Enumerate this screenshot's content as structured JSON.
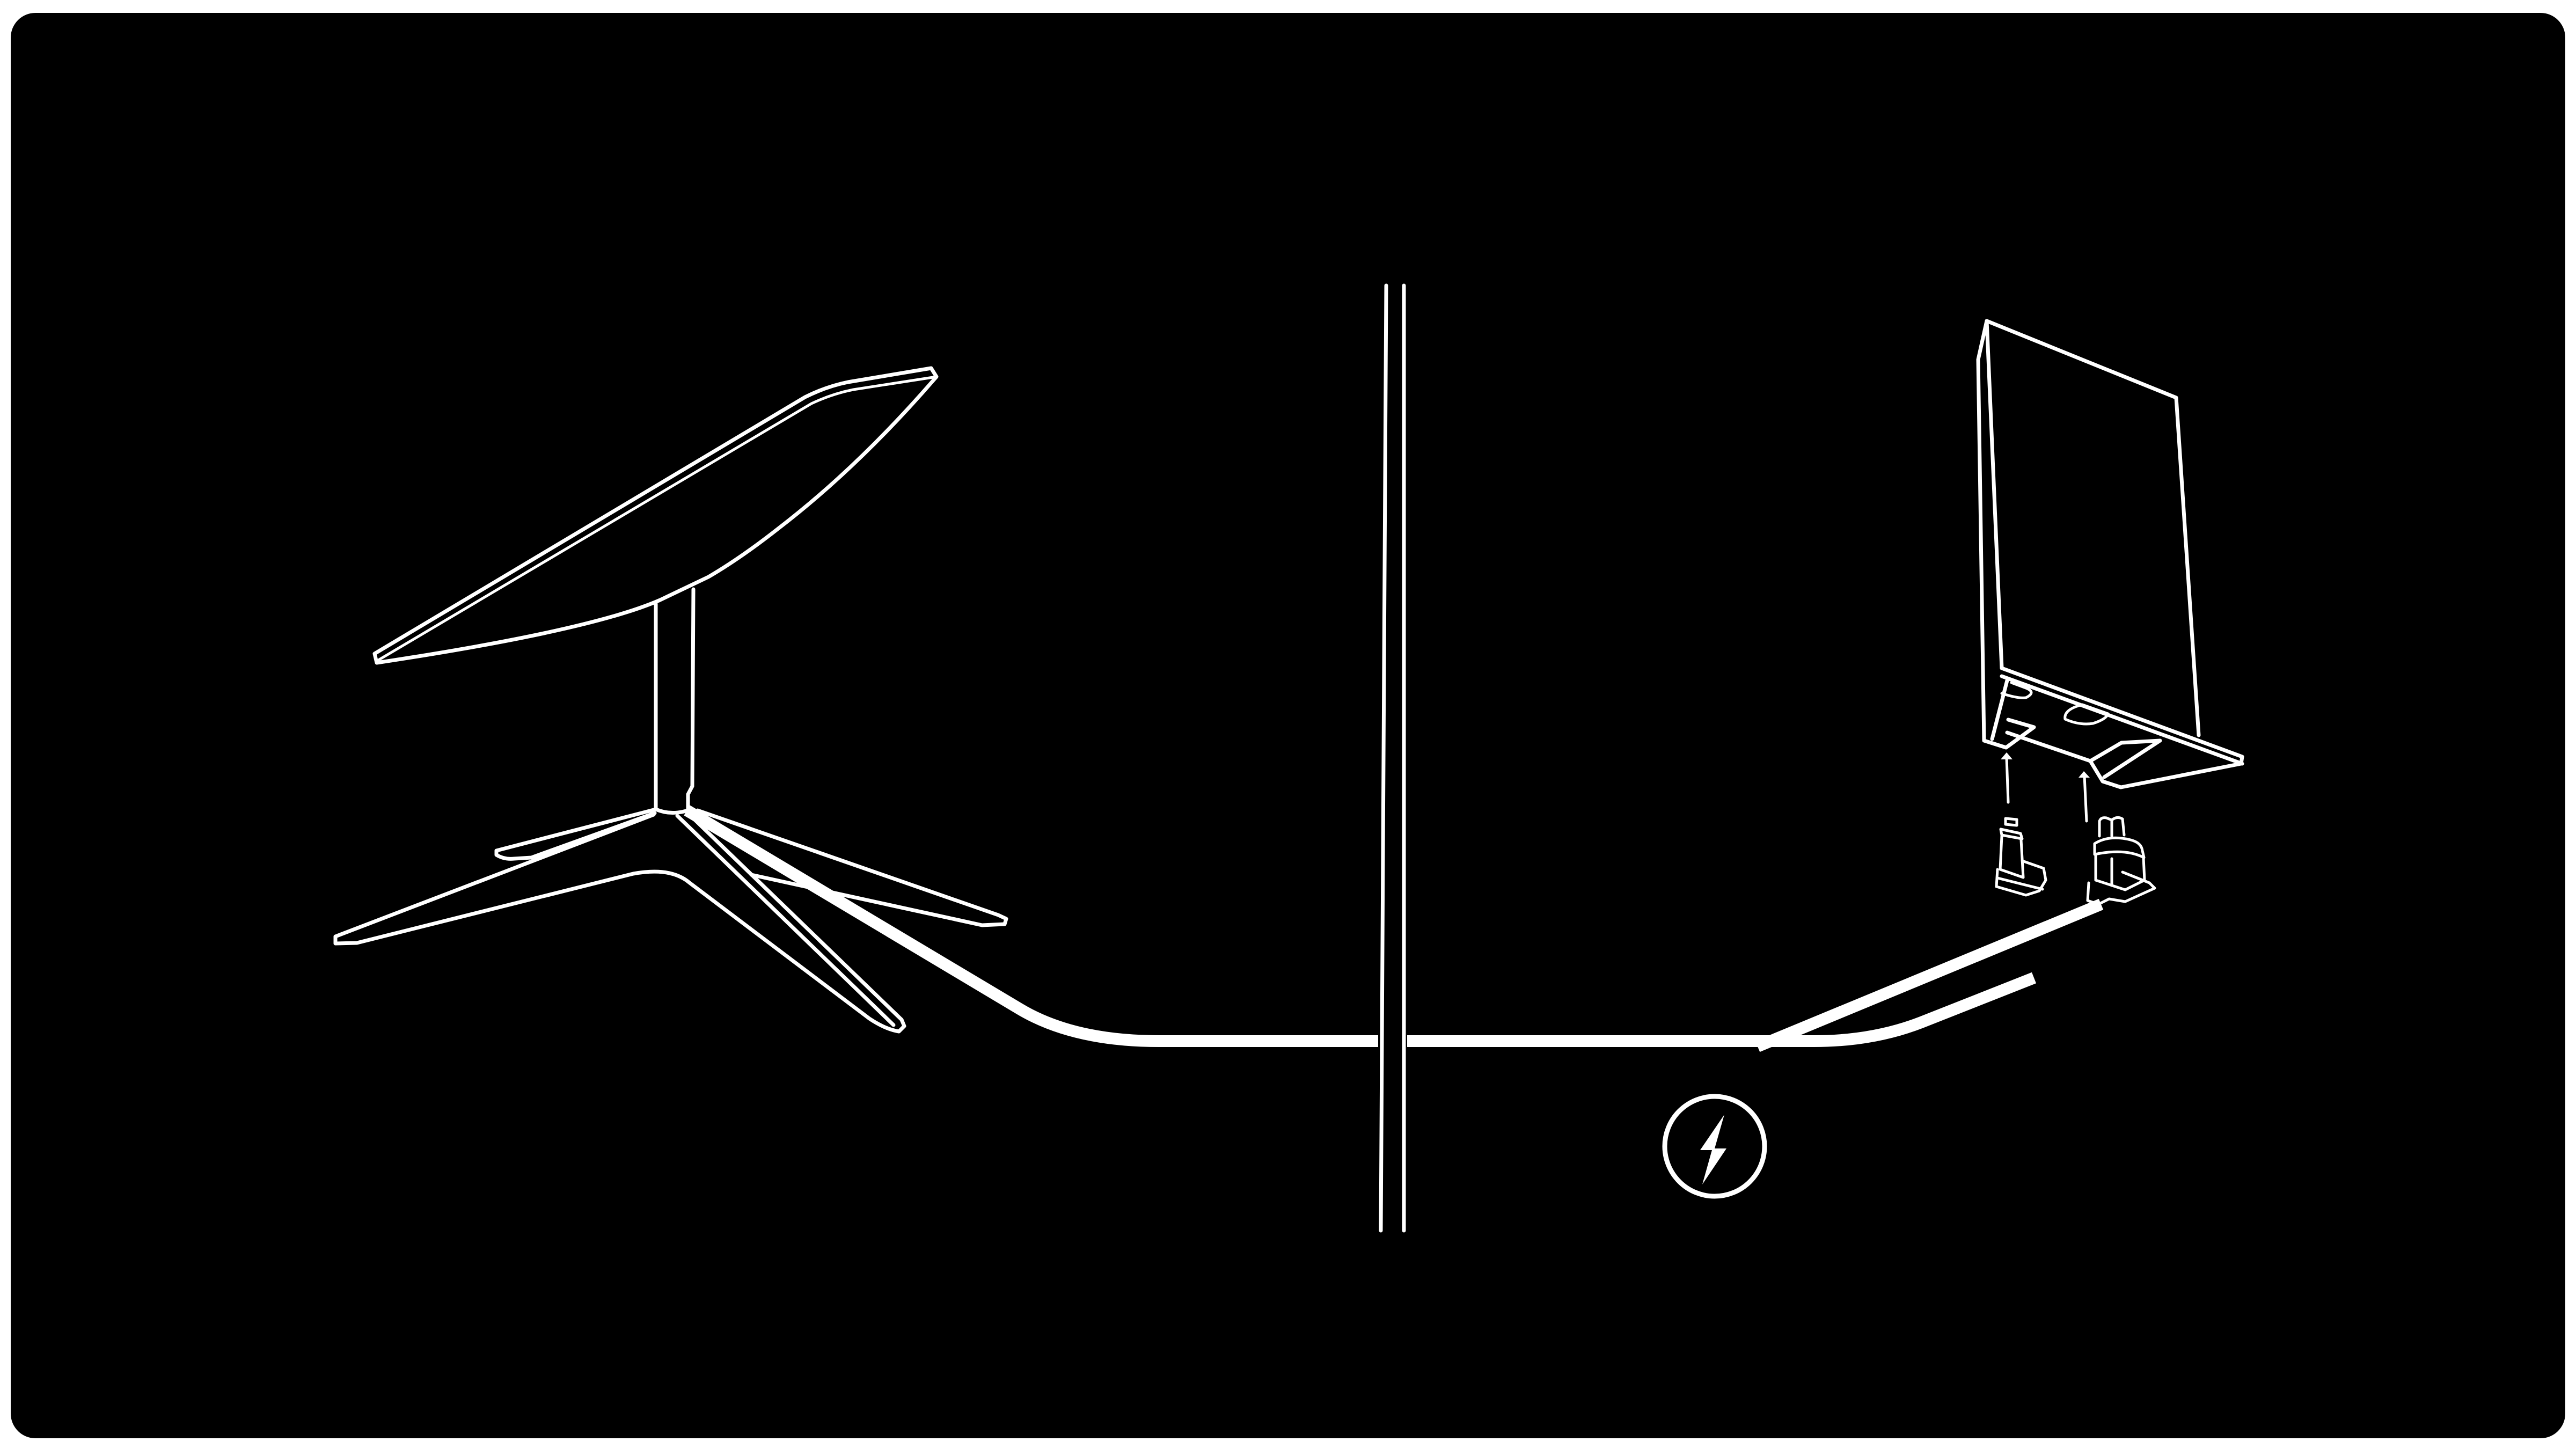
{
  "figure": {
    "title": "Starlink setup diagram: dish on base, cable routed through wall to router, router power cable",
    "background_color": "#000000",
    "line_color": "#ffffff",
    "frame_color": "#ffffff"
  },
  "elements": {
    "dish": {
      "label": "Satellite dish on stand"
    },
    "wall": {
      "label": "Wall"
    },
    "dish_cable": {
      "label": "Dish cable routed through wall"
    },
    "router": {
      "label": "Router"
    },
    "dish_connector": {
      "label": "Dish cable connector"
    },
    "power_connector": {
      "label": "Power cable connector"
    },
    "power_cable": {
      "label": "Power cable"
    },
    "power_icon": {
      "label": "Power (lightning bolt) icon"
    },
    "arrows": [
      {
        "label": "Insert dish cable connector upward into router"
      },
      {
        "label": "Insert power connector upward into router"
      }
    ]
  }
}
